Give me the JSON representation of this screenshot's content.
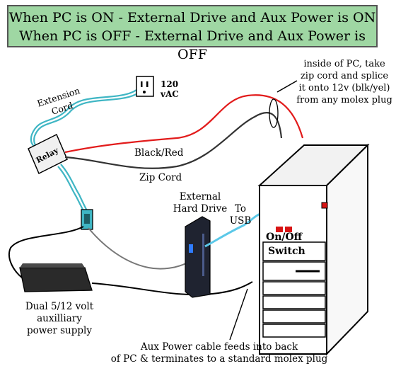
{
  "banner": {
    "line1": "When PC is ON - External Drive and Aux Power is ON",
    "line2": "When PC is OFF - External Drive and Aux Power is OFF"
  },
  "labels": {
    "extension_cord_line1": "Extension",
    "extension_cord_line2": "Cord",
    "outlet_volts": "120",
    "outlet_unit": "vAC",
    "note_line1": "inside of PC, take",
    "note_line2": "zip cord and splice",
    "note_line3": "it onto 12v (blk/yel)",
    "note_line4": "from any molex plug",
    "relay": "Relay",
    "black_red": "Black/Red",
    "zip_cord": "Zip Cord",
    "external_line1": "External",
    "external_line2": "Hard Drive",
    "to_usb_line1": "To",
    "to_usb_line2": "USB",
    "on_off": "On/Off",
    "switch": "Switch",
    "psu_line1": "Dual 5/12 volt",
    "psu_line2": "auxilliary",
    "psu_line3": "power supply",
    "aux_line1": "Aux Power cable feeds into back",
    "aux_line2": "of PC & terminates to a standard molex plug"
  },
  "colors": {
    "banner_bg": "#9fd7a3",
    "extension_cord": "#3fb6c4",
    "zip_red": "#e21b1b",
    "zip_black": "#333333",
    "usb_cable": "#5bc8e8",
    "drive_body": "#1f2330",
    "drive_led": "#2f7cff",
    "power_led": "#d81414",
    "switch_red": "#d81414"
  }
}
